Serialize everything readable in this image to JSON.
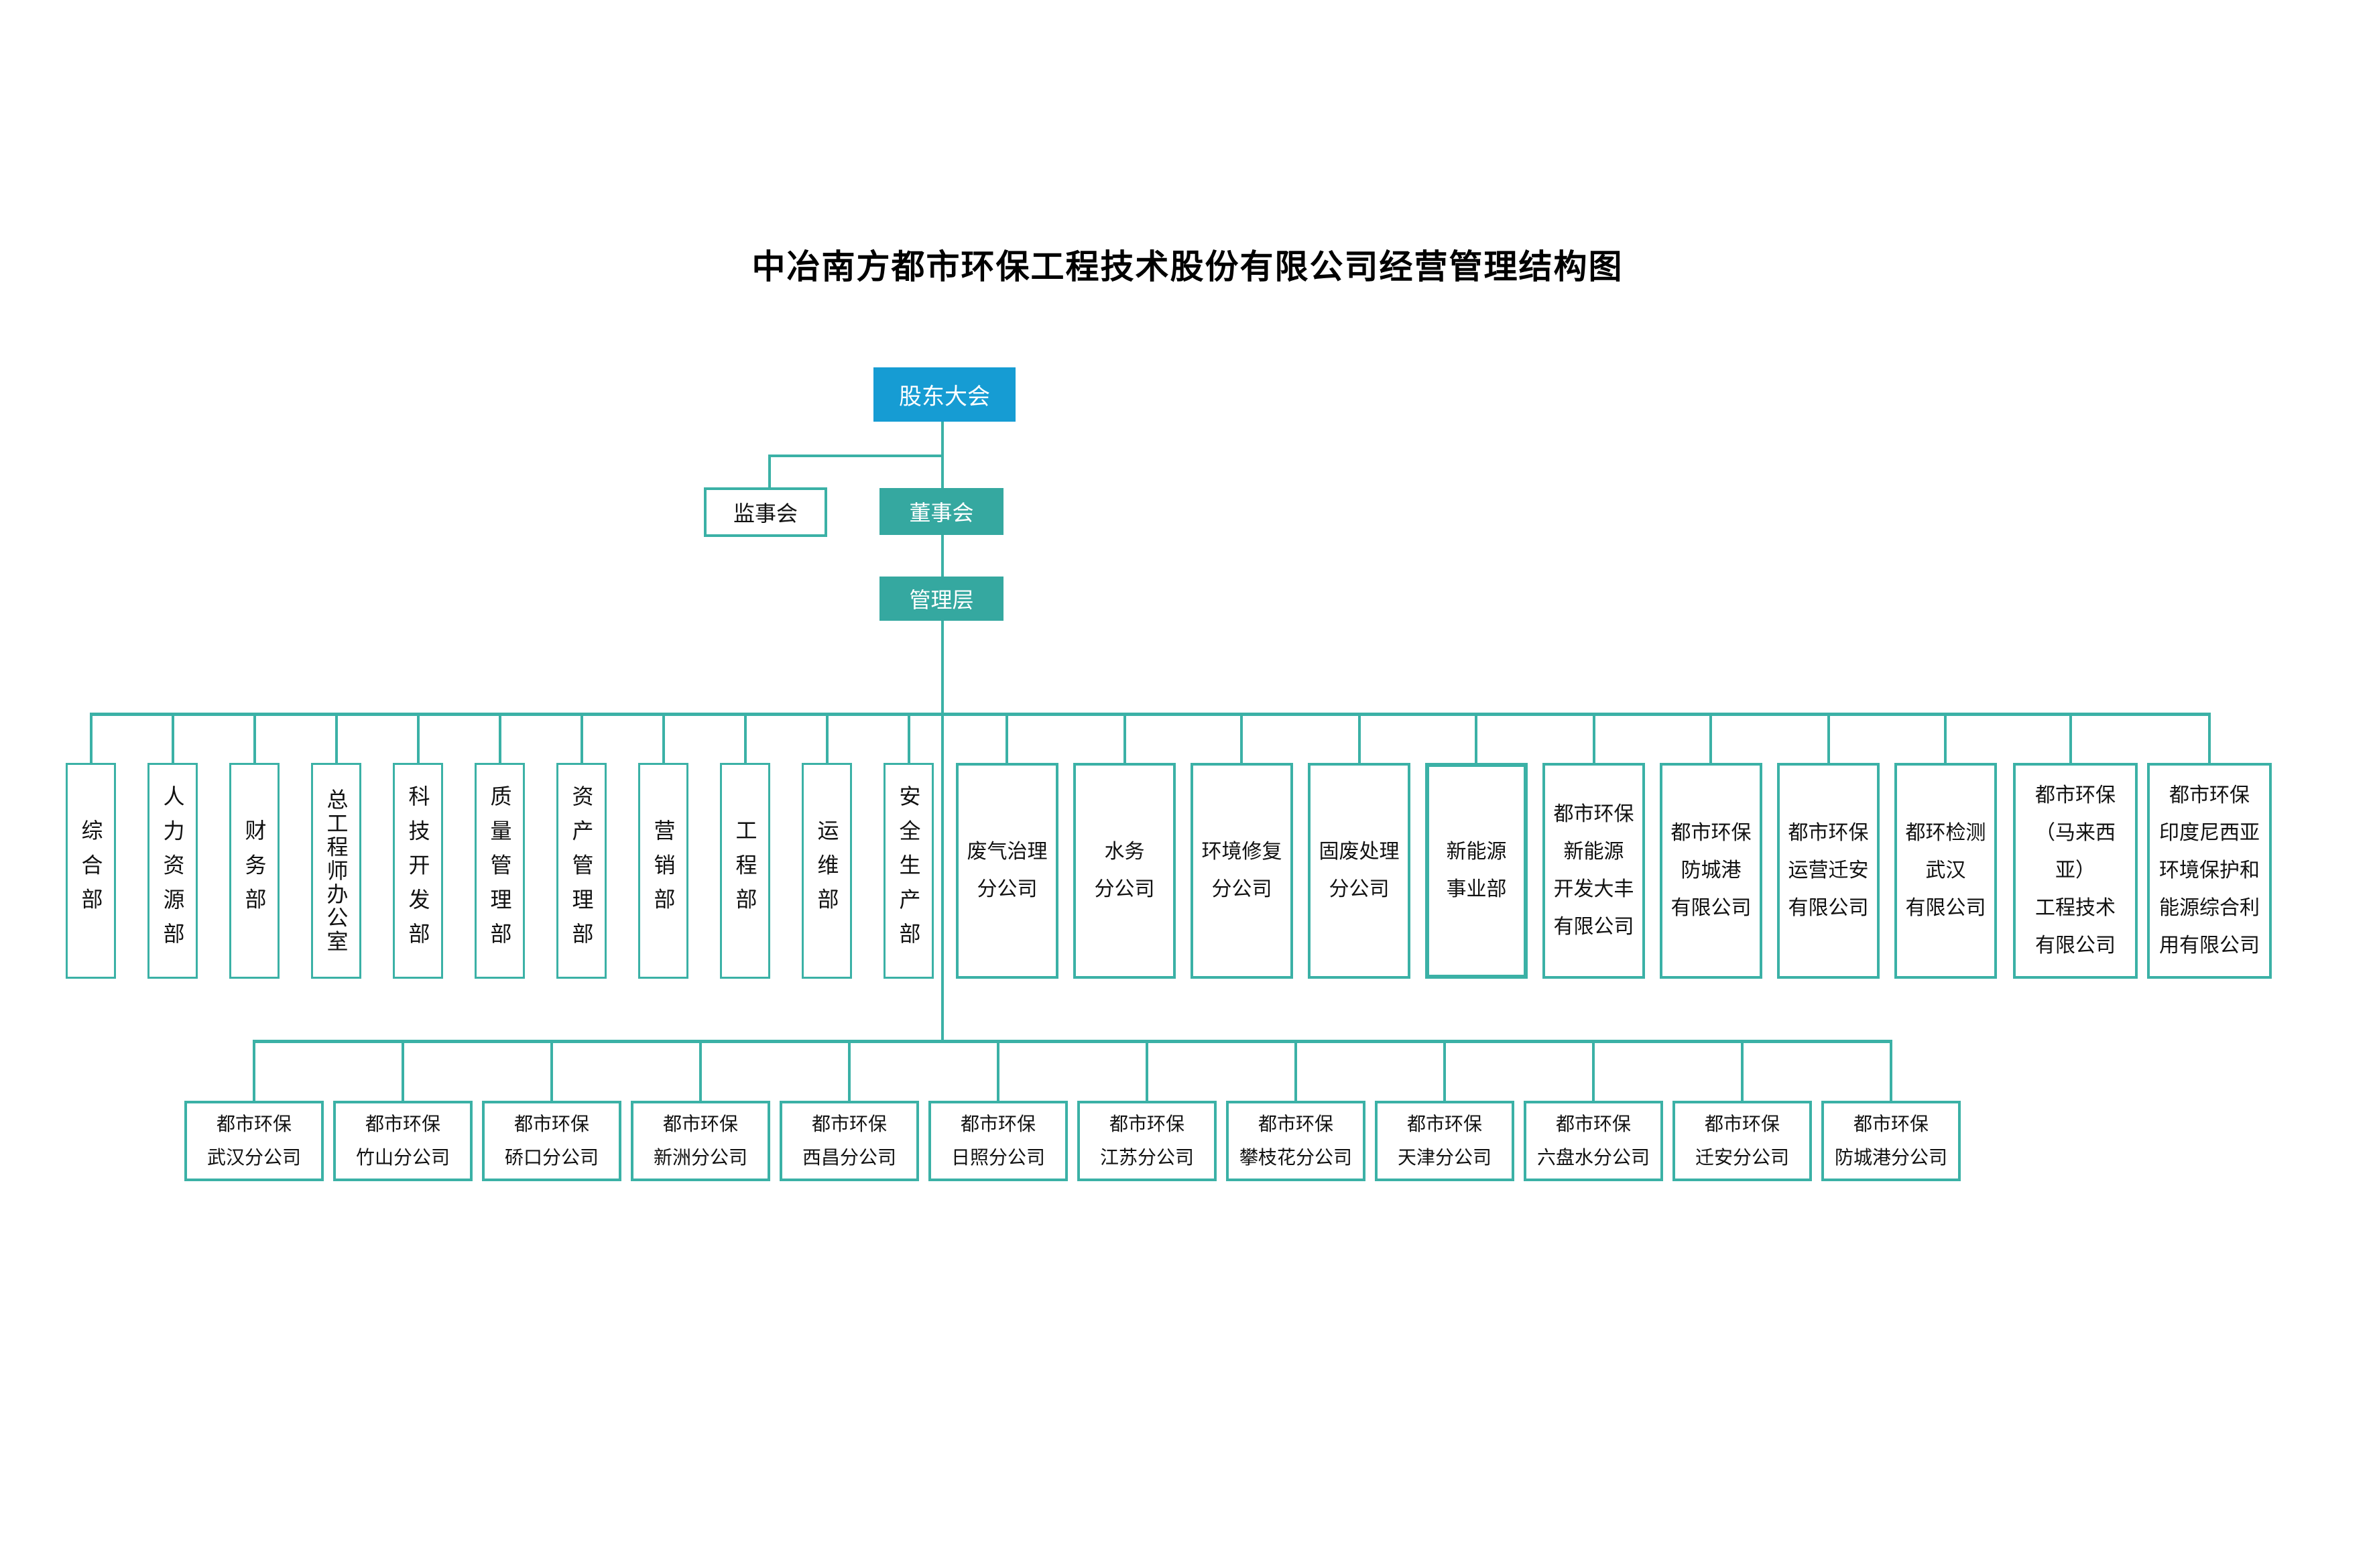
{
  "title": "中冶南方都市环保工程技术股份有限公司经营管理结构图",
  "palette": {
    "blue": "#169cd3",
    "teal": "#35a8a0",
    "line": "#3bb1a6",
    "text": "#111111"
  },
  "governance": {
    "shareholders_meeting": "股东大会",
    "supervisory_board": "监事会",
    "board_of_directors": "董事会",
    "management": "管理层"
  },
  "departments": [
    "综合部",
    "人力资源部",
    "财务部",
    "总工程师办公室",
    "科技开发部",
    "质量管理部",
    "资产管理部",
    "营销部",
    "工程部",
    "运维部",
    "安全生产部"
  ],
  "subsidiaries": [
    "废气治理\n分公司",
    "水务\n分公司",
    "环境修复\n分公司",
    "固废处理\n分公司",
    "新能源\n事业部",
    "都市环保\n新能源\n开发大丰\n有限公司",
    "都市环保\n防城港\n有限公司",
    "都市环保\n运营迁安\n有限公司",
    "都环检测\n武汉\n有限公司",
    "都市环保\n（马来西亚）\n工程技术\n有限公司",
    "都市环保\n印度尼西亚\n环境保护和\n能源综合利\n用有限公司"
  ],
  "branches": [
    "都市环保\n武汉分公司",
    "都市环保\n竹山分公司",
    "都市环保\n硚口分公司",
    "都市环保\n新洲分公司",
    "都市环保\n西昌分公司",
    "都市环保\n日照分公司",
    "都市环保\n江苏分公司",
    "都市环保\n攀枝花分公司",
    "都市环保\n天津分公司",
    "都市环保\n六盘水分公司",
    "都市环保\n迁安分公司",
    "都市环保\n防城港分公司"
  ]
}
